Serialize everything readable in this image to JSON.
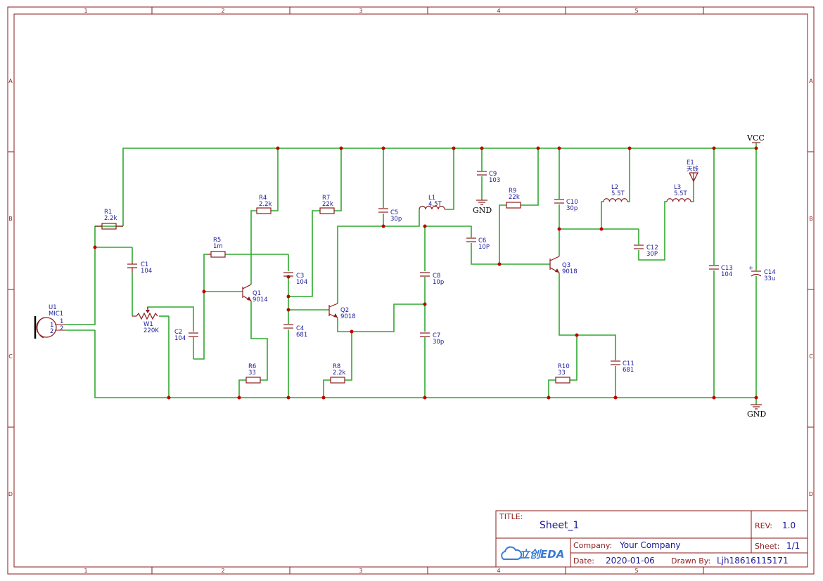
{
  "frame": {
    "columns": [
      "1",
      "2",
      "3",
      "4",
      "5"
    ],
    "rows": [
      "A",
      "B",
      "C",
      "D"
    ]
  },
  "nets": {
    "vcc": "VCC",
    "gnd_top": "GND",
    "gnd_bottom": "GND"
  },
  "components": {
    "U1": {
      "ref": "U1",
      "value": "MIC1",
      "pin1": "1",
      "pin2": "2"
    },
    "R1": {
      "ref": "R1",
      "value": "2.2k"
    },
    "C1": {
      "ref": "C1",
      "value": "104"
    },
    "W1": {
      "ref": "W1",
      "value": "220K"
    },
    "C2": {
      "ref": "C2",
      "value": "104"
    },
    "R5": {
      "ref": "R5",
      "value": "1m"
    },
    "R4": {
      "ref": "R4",
      "value": "2.2k"
    },
    "Q1": {
      "ref": "Q1",
      "value": "9014"
    },
    "R6": {
      "ref": "R6",
      "value": "33"
    },
    "C3": {
      "ref": "C3",
      "value": "104"
    },
    "C4": {
      "ref": "C4",
      "value": "681"
    },
    "R7": {
      "ref": "R7",
      "value": "22k"
    },
    "Q2": {
      "ref": "Q2",
      "value": "9018"
    },
    "R8": {
      "ref": "R8",
      "value": "2.2k"
    },
    "C5": {
      "ref": "C5",
      "value": "30p"
    },
    "L1": {
      "ref": "L1",
      "value": "4.5T"
    },
    "C6": {
      "ref": "C6",
      "value": "10P"
    },
    "C7": {
      "ref": "C7",
      "value": "30p"
    },
    "C8": {
      "ref": "C8",
      "value": "10p"
    },
    "C9": {
      "ref": "C9",
      "value": "103"
    },
    "R9": {
      "ref": "R9",
      "value": "22k"
    },
    "Q3": {
      "ref": "Q3",
      "value": "9018"
    },
    "C10": {
      "ref": "C10",
      "value": "30p"
    },
    "R10": {
      "ref": "R10",
      "value": "33"
    },
    "C11": {
      "ref": "C11",
      "value": "681"
    },
    "L2": {
      "ref": "L2",
      "value": "5.5T"
    },
    "C12": {
      "ref": "C12",
      "value": "30P"
    },
    "L3": {
      "ref": "L3",
      "value": "5.5T"
    },
    "E1": {
      "ref": "E1",
      "value": "天线"
    },
    "C13": {
      "ref": "C13",
      "value": "104"
    },
    "C14": {
      "ref": "C14",
      "value": "33u",
      "polarity": "+"
    }
  },
  "title_block": {
    "title_label": "TITLE:",
    "title": "Sheet_1",
    "rev_label": "REV:",
    "rev": "1.0",
    "company_label": "Company:",
    "company": "Your Company",
    "sheet_label": "Sheet:",
    "sheet": "1/1",
    "date_label": "Date:",
    "date": "2020-01-06",
    "drawn_label": "Drawn By:",
    "drawn_by": "Ljh18616115171",
    "logo_text": "立创EDA"
  },
  "colors": {
    "frame": "#8b1a1a",
    "wire": "#2ea82e",
    "junction": "#c00000",
    "text": "#1a1a99"
  }
}
